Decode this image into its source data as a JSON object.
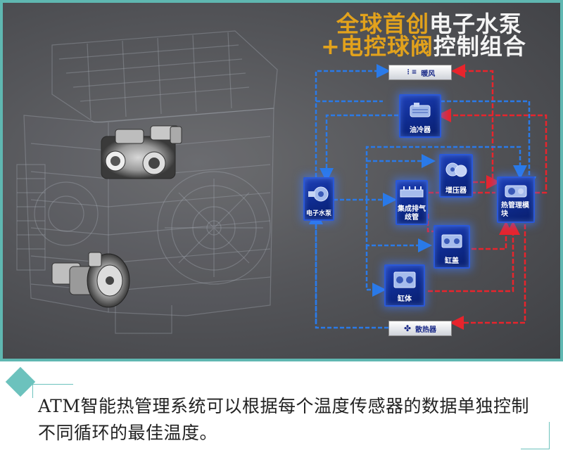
{
  "title": {
    "line1_gold": "全球首创",
    "line1_white": "电子水泵",
    "line2_gold": "+电控球阀",
    "line2_white": "控制组合"
  },
  "nodes": {
    "heater": "暖风",
    "oil_cooler": "油冷器",
    "electronic_pump": "电子水泵",
    "turbocharger": "增压器",
    "integrated_exhaust_line1": "集成排气",
    "integrated_exhaust_line2": "歧管",
    "thermal_module_line1": "热管理模",
    "thermal_module_line2": "块",
    "cylinder_head": "缸盖",
    "cylinder_block": "缸体",
    "radiator": "散热器"
  },
  "colors": {
    "frame": "#5fb7b1",
    "title_gold": "#e2a21c",
    "hot_flow": "#e8242c",
    "cold_flow": "#2a7ae8",
    "node_fill": "#0e2a8c"
  },
  "caption": "ATM智能热管理系统可以根据每个温度传感器的数据单独控制不同循环的最佳温度。"
}
